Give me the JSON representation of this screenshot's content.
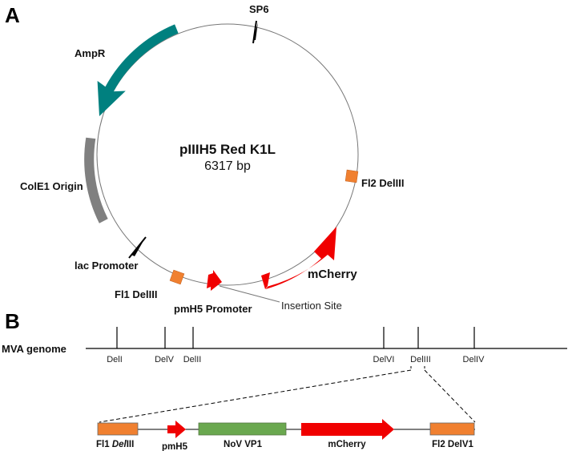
{
  "panels": {
    "a": "A",
    "b": "B"
  },
  "plasmid": {
    "name": "pIIIH5 Red K1L",
    "size": "6317 bp",
    "features": {
      "sp6": "SP6",
      "ampr": "AmpR",
      "cole1": "ColE1 Origin",
      "lac": "lac Promoter",
      "fl1": "Fl1 DelIII",
      "pmh5": "pmH5 Promoter",
      "insertion": "Insertion Site",
      "mcherry": "mCherry",
      "fl2": "Fl2 DelIII"
    },
    "colors": {
      "ampr": "#00807f",
      "cole1": "#808080",
      "flank": "#f08030",
      "red": "#f00000"
    }
  },
  "genome": {
    "label": "MVA genome",
    "sites": [
      "DelI",
      "DelV",
      "DelII",
      "DelVI",
      "DelIII",
      "DelIV"
    ]
  },
  "construct": {
    "fl1_prefix": "Fl1 ",
    "fl1_italic": "Del",
    "fl1_suffix": "III",
    "pmh5": "pmH5",
    "novvp1": "NoV VP1",
    "mcherry": "mCherry",
    "fl2": "Fl2 DelV1",
    "colors": {
      "novvp1": "#6aa84f"
    }
  }
}
